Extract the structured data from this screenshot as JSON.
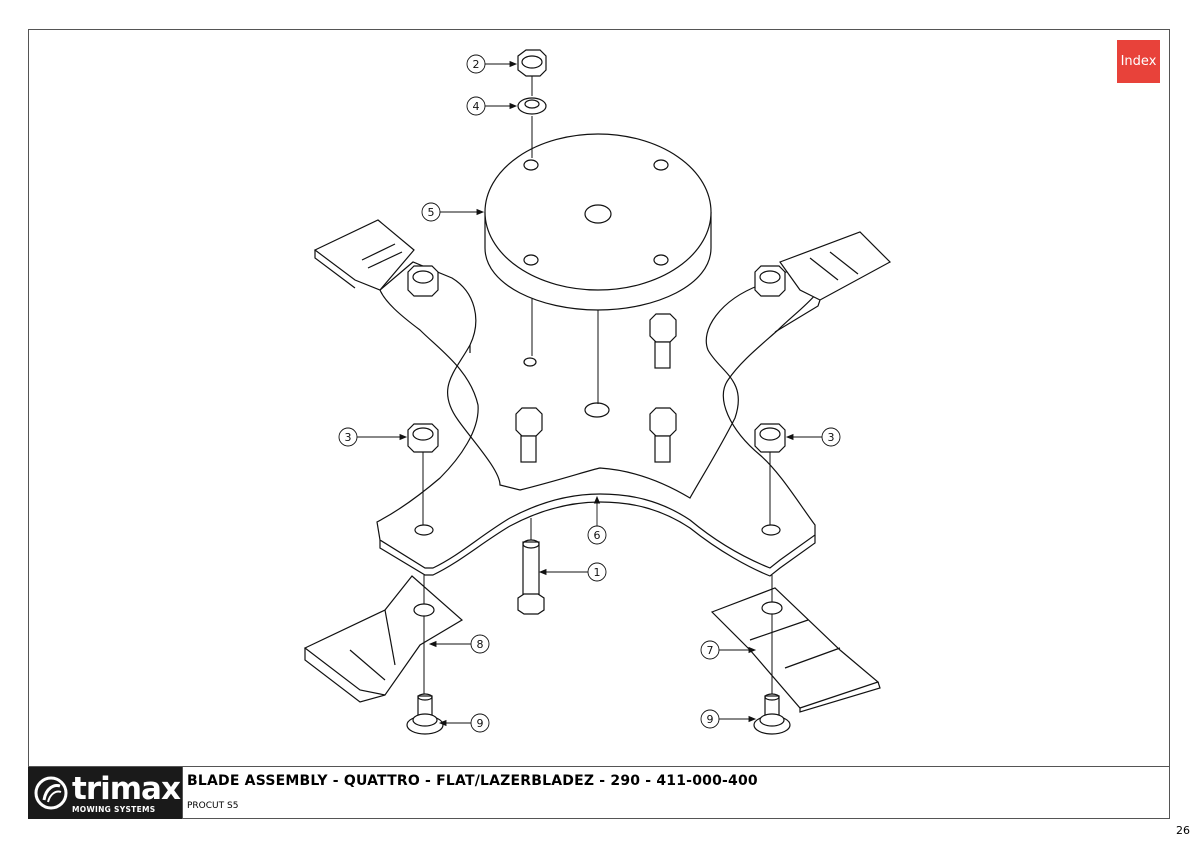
{
  "index_button": {
    "label": "Index",
    "color": "#e8423a"
  },
  "title_block": {
    "logo": {
      "wordmark": "trimax",
      "tagline": "MOWING SYSTEMS"
    },
    "title": "BLADE ASSEMBLY - QUATTRO - FLAT/LAZERBLADEZ - 290 - 411-000-400",
    "model": "PROCUT S5"
  },
  "page_number": "26",
  "callouts": [
    "1",
    "2",
    "3",
    "4",
    "5",
    "6",
    "7",
    "8",
    "9"
  ]
}
